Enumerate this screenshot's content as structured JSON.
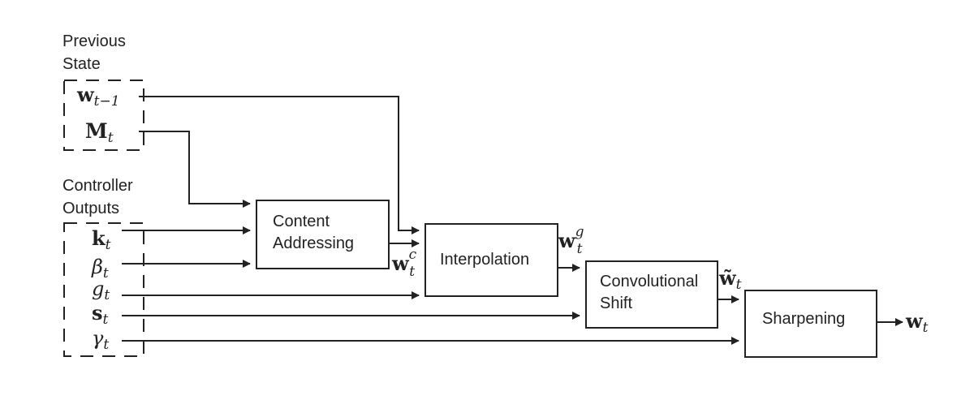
{
  "groups": {
    "previous_state": {
      "line1": "Previous",
      "line2": "State"
    },
    "controller_outputs": {
      "line1": "Controller",
      "line2": "Outputs"
    }
  },
  "inputs": {
    "w_prev": {
      "sym": "w",
      "sub": "t−1"
    },
    "memory": {
      "sym": "M",
      "sub": "t"
    },
    "key": {
      "sym": "k",
      "sub": "t"
    },
    "beta": {
      "sym": "β",
      "sub": "t"
    },
    "gate": {
      "sym": "g",
      "sub": "t"
    },
    "shift": {
      "sym": "s",
      "sub": "t"
    },
    "gamma": {
      "sym": "γ",
      "sub": "t"
    }
  },
  "blocks": {
    "content_addressing": {
      "line1": "Content",
      "line2": "Addressing"
    },
    "interpolation": {
      "label": "Interpolation"
    },
    "convolutional_shift": {
      "line1": "Convolutional",
      "line2": "Shift"
    },
    "sharpening": {
      "label": "Sharpening"
    }
  },
  "intermediate": {
    "w_c": {
      "sym": "w",
      "sup": "c",
      "sub": "t"
    },
    "w_g": {
      "sym": "w",
      "sup": "g",
      "sub": "t"
    },
    "w_tilde": {
      "sym": "w̃",
      "sub": "t"
    },
    "w_out": {
      "sym": "w",
      "sub": "t"
    }
  },
  "colors": {
    "stroke": "#222222",
    "background": "#ffffff"
  }
}
